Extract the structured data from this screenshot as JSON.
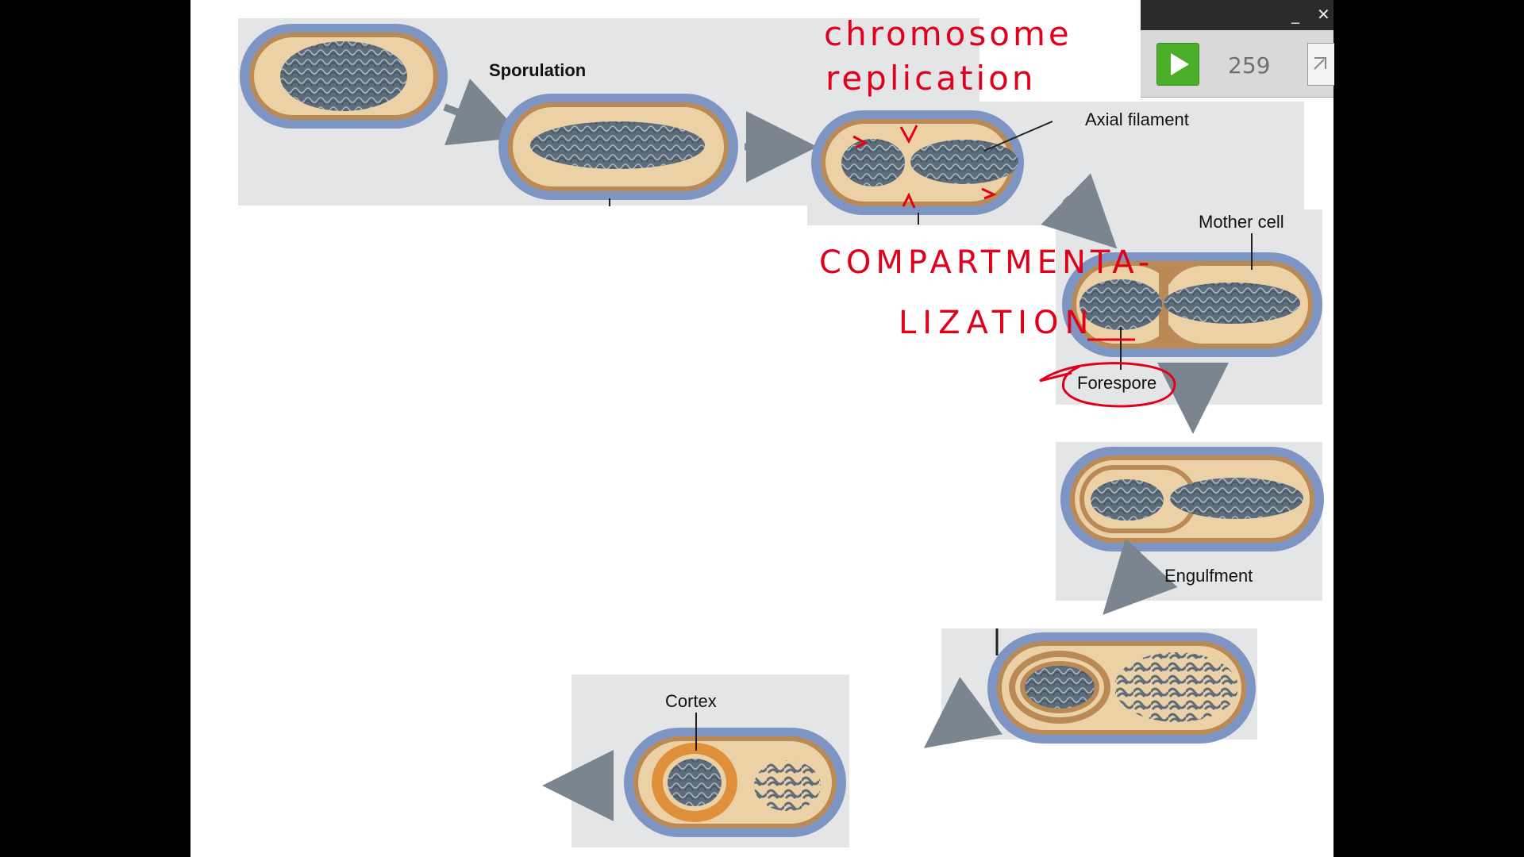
{
  "labels": {
    "sporulation": "Sporulation",
    "axial_filament": "Axial filament",
    "mother_cell": "Mother cell",
    "forespore": "Forespore",
    "engulfment": "Engulfment",
    "cortex": "Cortex"
  },
  "annotations": {
    "line1": "chromosome",
    "line2": "replication",
    "line3": "COMPARTMENTA-",
    "line4": "LIZATION"
  },
  "player": {
    "counter": "259",
    "minimize": "_",
    "close": "✕"
  },
  "colors": {
    "cell_wall": "#7e95c4",
    "cytoplasm": "#ecd0a6",
    "membrane": "#b98a55",
    "dna": "#5d6c7a",
    "annotation": "#e0001a",
    "cortex": "#e0903a",
    "panel": "#e4e5e7"
  }
}
